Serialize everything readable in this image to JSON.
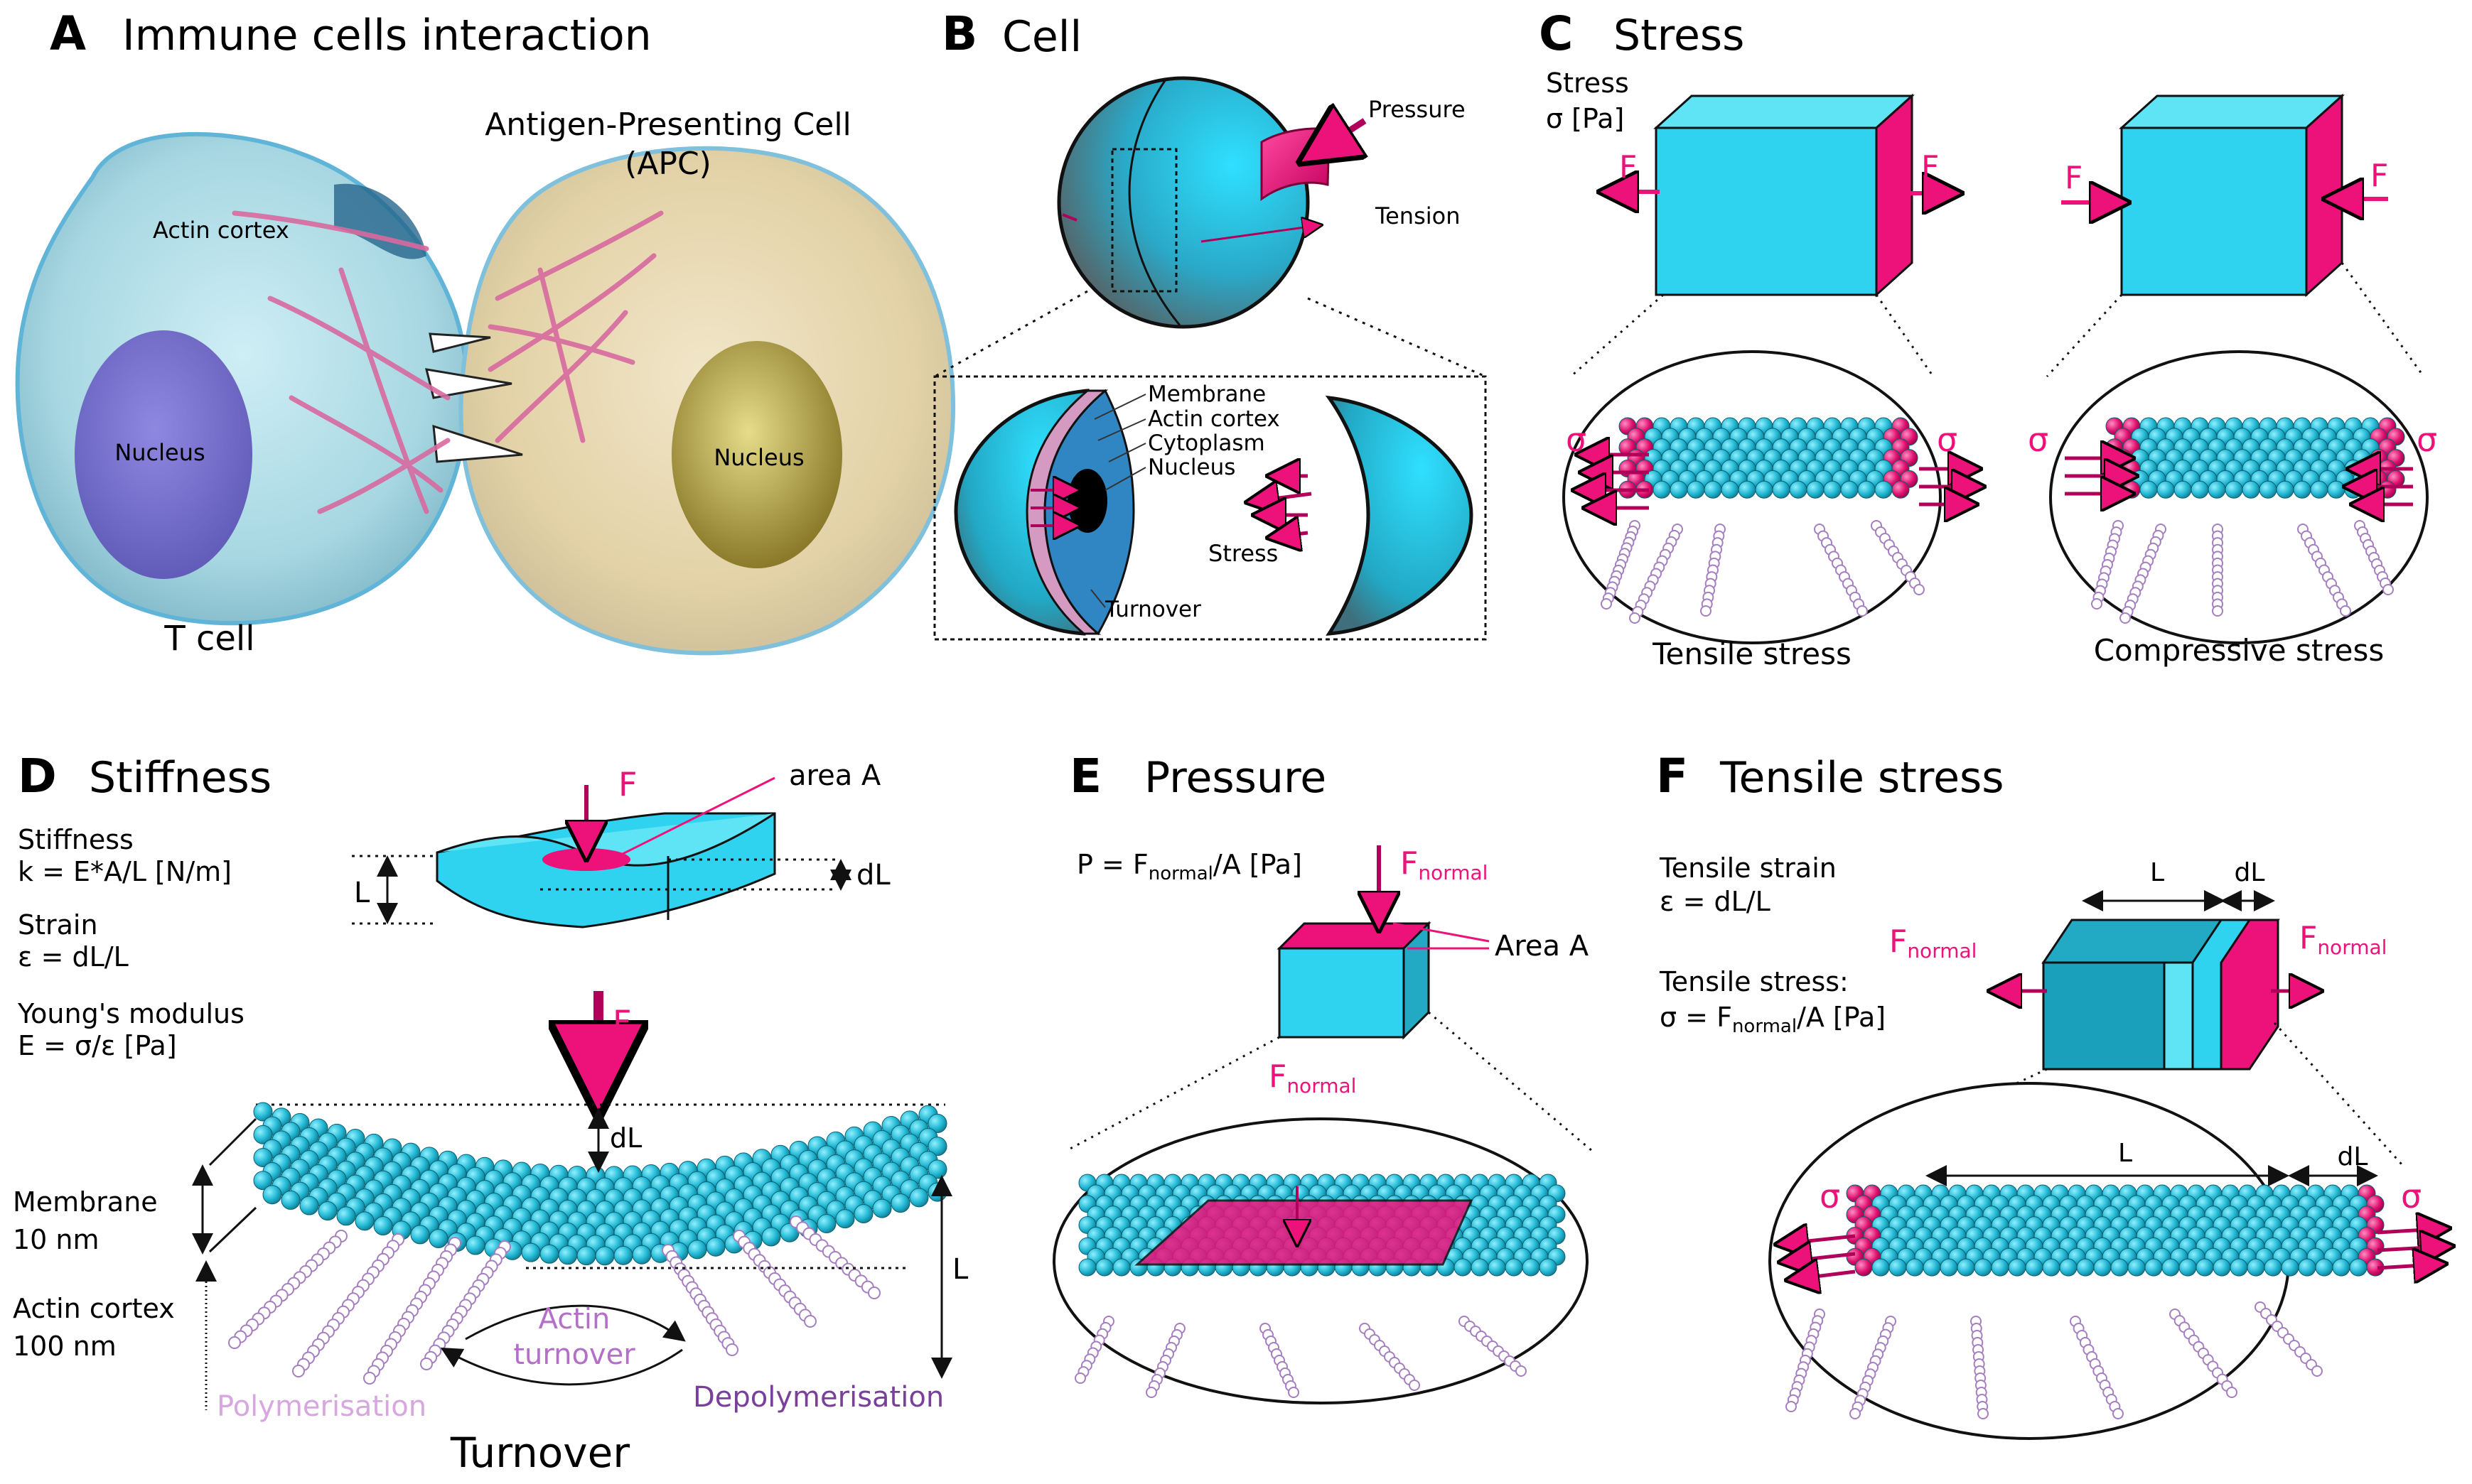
{
  "colors": {
    "cyan": "#2fd3ef",
    "cyan_dark": "#12a5bf",
    "magenta": "#ec127a",
    "dark_magenta": "#b0005a",
    "lipid_purple": "#b08cc6",
    "actin_purple": "#7a3f9a",
    "polymer_label": "#d7a7df",
    "turnover_label": "#b46fc9"
  },
  "panels": {
    "a": {
      "letter": "A",
      "title": "Immune cells interaction",
      "apc_label_1": "Antigen-Presenting Cell",
      "apc_label_2": "(APC)",
      "actin_cortex": "Actin cortex",
      "nucleus_left": "Nucleus",
      "nucleus_right": "Nucleus",
      "t_cell": "T cell"
    },
    "b": {
      "letter": "B",
      "title": "Cell",
      "pressure": "Pressure",
      "tension": "Tension",
      "membrane": "Membrane",
      "actin_cortex": "Actin cortex",
      "cytoplasm": "Cytoplasm",
      "nucleus": "Nucleus",
      "stress": "Stress",
      "turnover": "Turnover"
    },
    "c": {
      "letter": "C",
      "title": "Stress",
      "def_line1": "Stress",
      "def_line2": "σ [Pa]",
      "force": "F",
      "sigma": "σ",
      "tensile": "Tensile stress",
      "compressive": "Compressive stress"
    },
    "d": {
      "letter": "D",
      "title": "Stiffness",
      "force": "F",
      "area": "area A",
      "length": "L",
      "dl": "dL",
      "stiffness_1": "Stiffness",
      "stiffness_2": "k = E*A/L [N/m]",
      "strain_1": "Strain",
      "strain_2": "ε = dL/L",
      "young_1": "Young's modulus",
      "young_2": "E = σ/ε [Pa]",
      "membrane_1": "Membrane",
      "membrane_2": "10 nm",
      "cortex_1": "Actin cortex",
      "cortex_2": "100 nm",
      "actin_1": "Actin",
      "actin_2": "turnover",
      "polymerisation": "Polymerisation",
      "depolymerisation": "Depolymerisation",
      "turnover": "Turnover"
    },
    "e": {
      "letter": "E",
      "title": "Pressure",
      "formula_p": "P = F",
      "formula_sub": "normal",
      "formula_rest": "/A [Pa]",
      "f_main": "F",
      "f_sub": "normal",
      "area": "Area A"
    },
    "f": {
      "letter": "F",
      "title": "Tensile stress",
      "strain_1": "Tensile strain",
      "strain_2": "ε = dL/L",
      "stress_1": "Tensile stress:",
      "stress_2a": "σ = F",
      "stress_2sub": "normal",
      "stress_2b": "/A [Pa]",
      "length": "L",
      "dl": "dL",
      "f_main": "F",
      "f_sub": "normal",
      "sigma": "σ"
    }
  }
}
